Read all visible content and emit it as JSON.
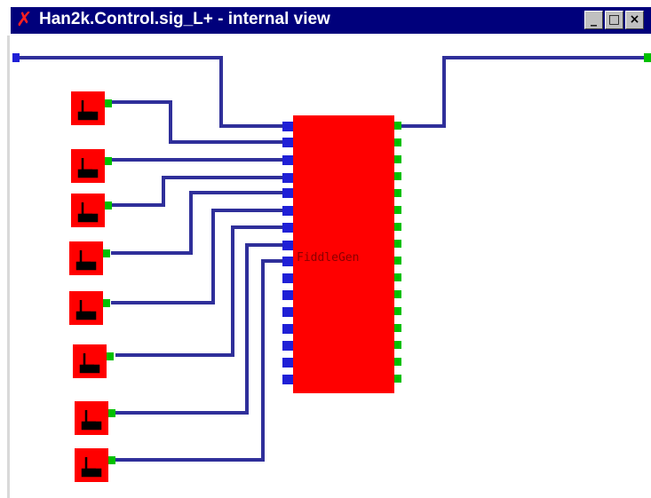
{
  "window": {
    "title": "Han2k.Control.sig_L+ - internal view",
    "app_icon": "x-logo-icon",
    "buttons": {
      "minimize": "_",
      "maximize": "□",
      "close": "×"
    }
  },
  "block": {
    "label": "FiddleGen",
    "color": "#ff0000",
    "input_port_color": "#1f1fd6",
    "output_port_color": "#00c000"
  },
  "generators": {
    "count": 8,
    "icon": "generator-icon",
    "color": "#ff0000"
  },
  "colors": {
    "titlebar": "#00007b",
    "wire": "#2f2f9a"
  }
}
